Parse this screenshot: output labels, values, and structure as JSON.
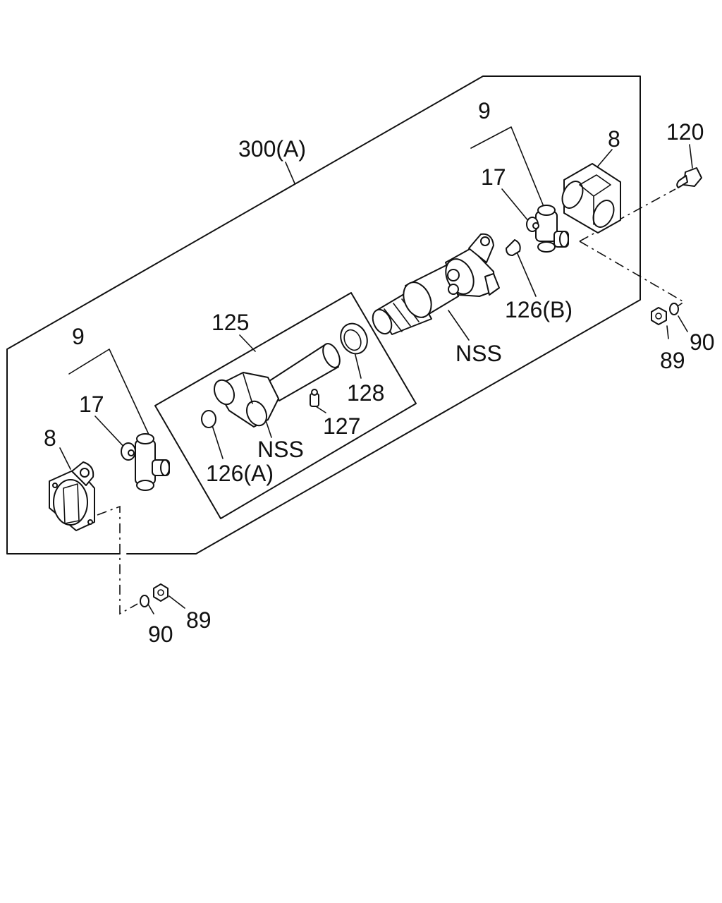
{
  "colors": {
    "line": "#111111",
    "background": "#ffffff"
  },
  "labels": {
    "assembly_300a": "300(A)",
    "part_125": "125",
    "part_9_right": "9",
    "part_9_left": "9",
    "part_17_right": "17",
    "part_17_left": "17",
    "part_8_right": "8",
    "part_8_left": "8",
    "part_120": "120",
    "part_126b": "126(B)",
    "part_126a": "126(A)",
    "part_127": "127",
    "part_128": "128",
    "nss_upper": "NSS",
    "nss_lower": "NSS",
    "part_89_right": "89",
    "part_90_right": "90",
    "part_89_left": "89",
    "part_90_left": "90"
  }
}
